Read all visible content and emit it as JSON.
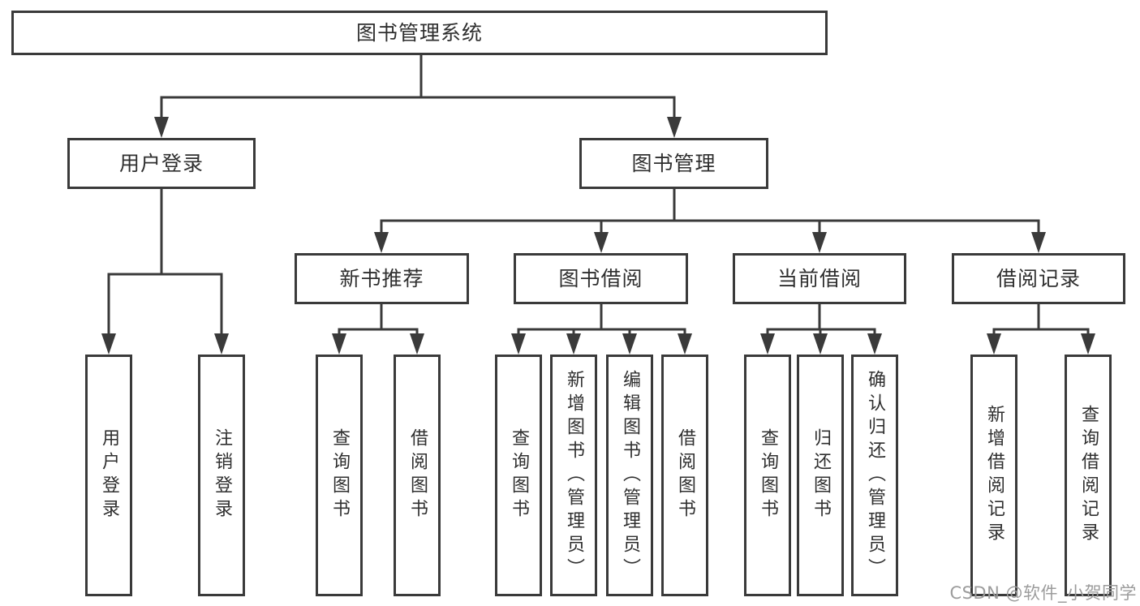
{
  "diagram": {
    "title": "图书管理系统",
    "branches": [
      {
        "label": "用户登录",
        "children": [
          {
            "label": "用户登录"
          },
          {
            "label": "注销登录"
          }
        ]
      },
      {
        "label": "图书管理",
        "children": [
          {
            "label": "新书推荐",
            "children": [
              {
                "label": "查询图书"
              },
              {
                "label": "借阅图书"
              }
            ]
          },
          {
            "label": "图书借阅",
            "children": [
              {
                "label": "查询图书"
              },
              {
                "label": "新增图书（管理员）"
              },
              {
                "label": "编辑图书（管理员）"
              },
              {
                "label": "借阅图书"
              }
            ]
          },
          {
            "label": "当前借阅",
            "children": [
              {
                "label": "查询图书"
              },
              {
                "label": "归还图书"
              },
              {
                "label": "确认归还（管理员）"
              }
            ]
          },
          {
            "label": "借阅记录",
            "children": [
              {
                "label": "新增借阅记录"
              },
              {
                "label": "查询借阅记录"
              }
            ]
          }
        ]
      }
    ]
  },
  "watermark": {
    "text": "CSDN @软件_小贺同学"
  },
  "colors": {
    "line": "#3a3a3a",
    "box_border": "#3a3a3a",
    "text": "#2f2f2f",
    "watermark": "#9c9c9c",
    "background": "#ffffff"
  }
}
